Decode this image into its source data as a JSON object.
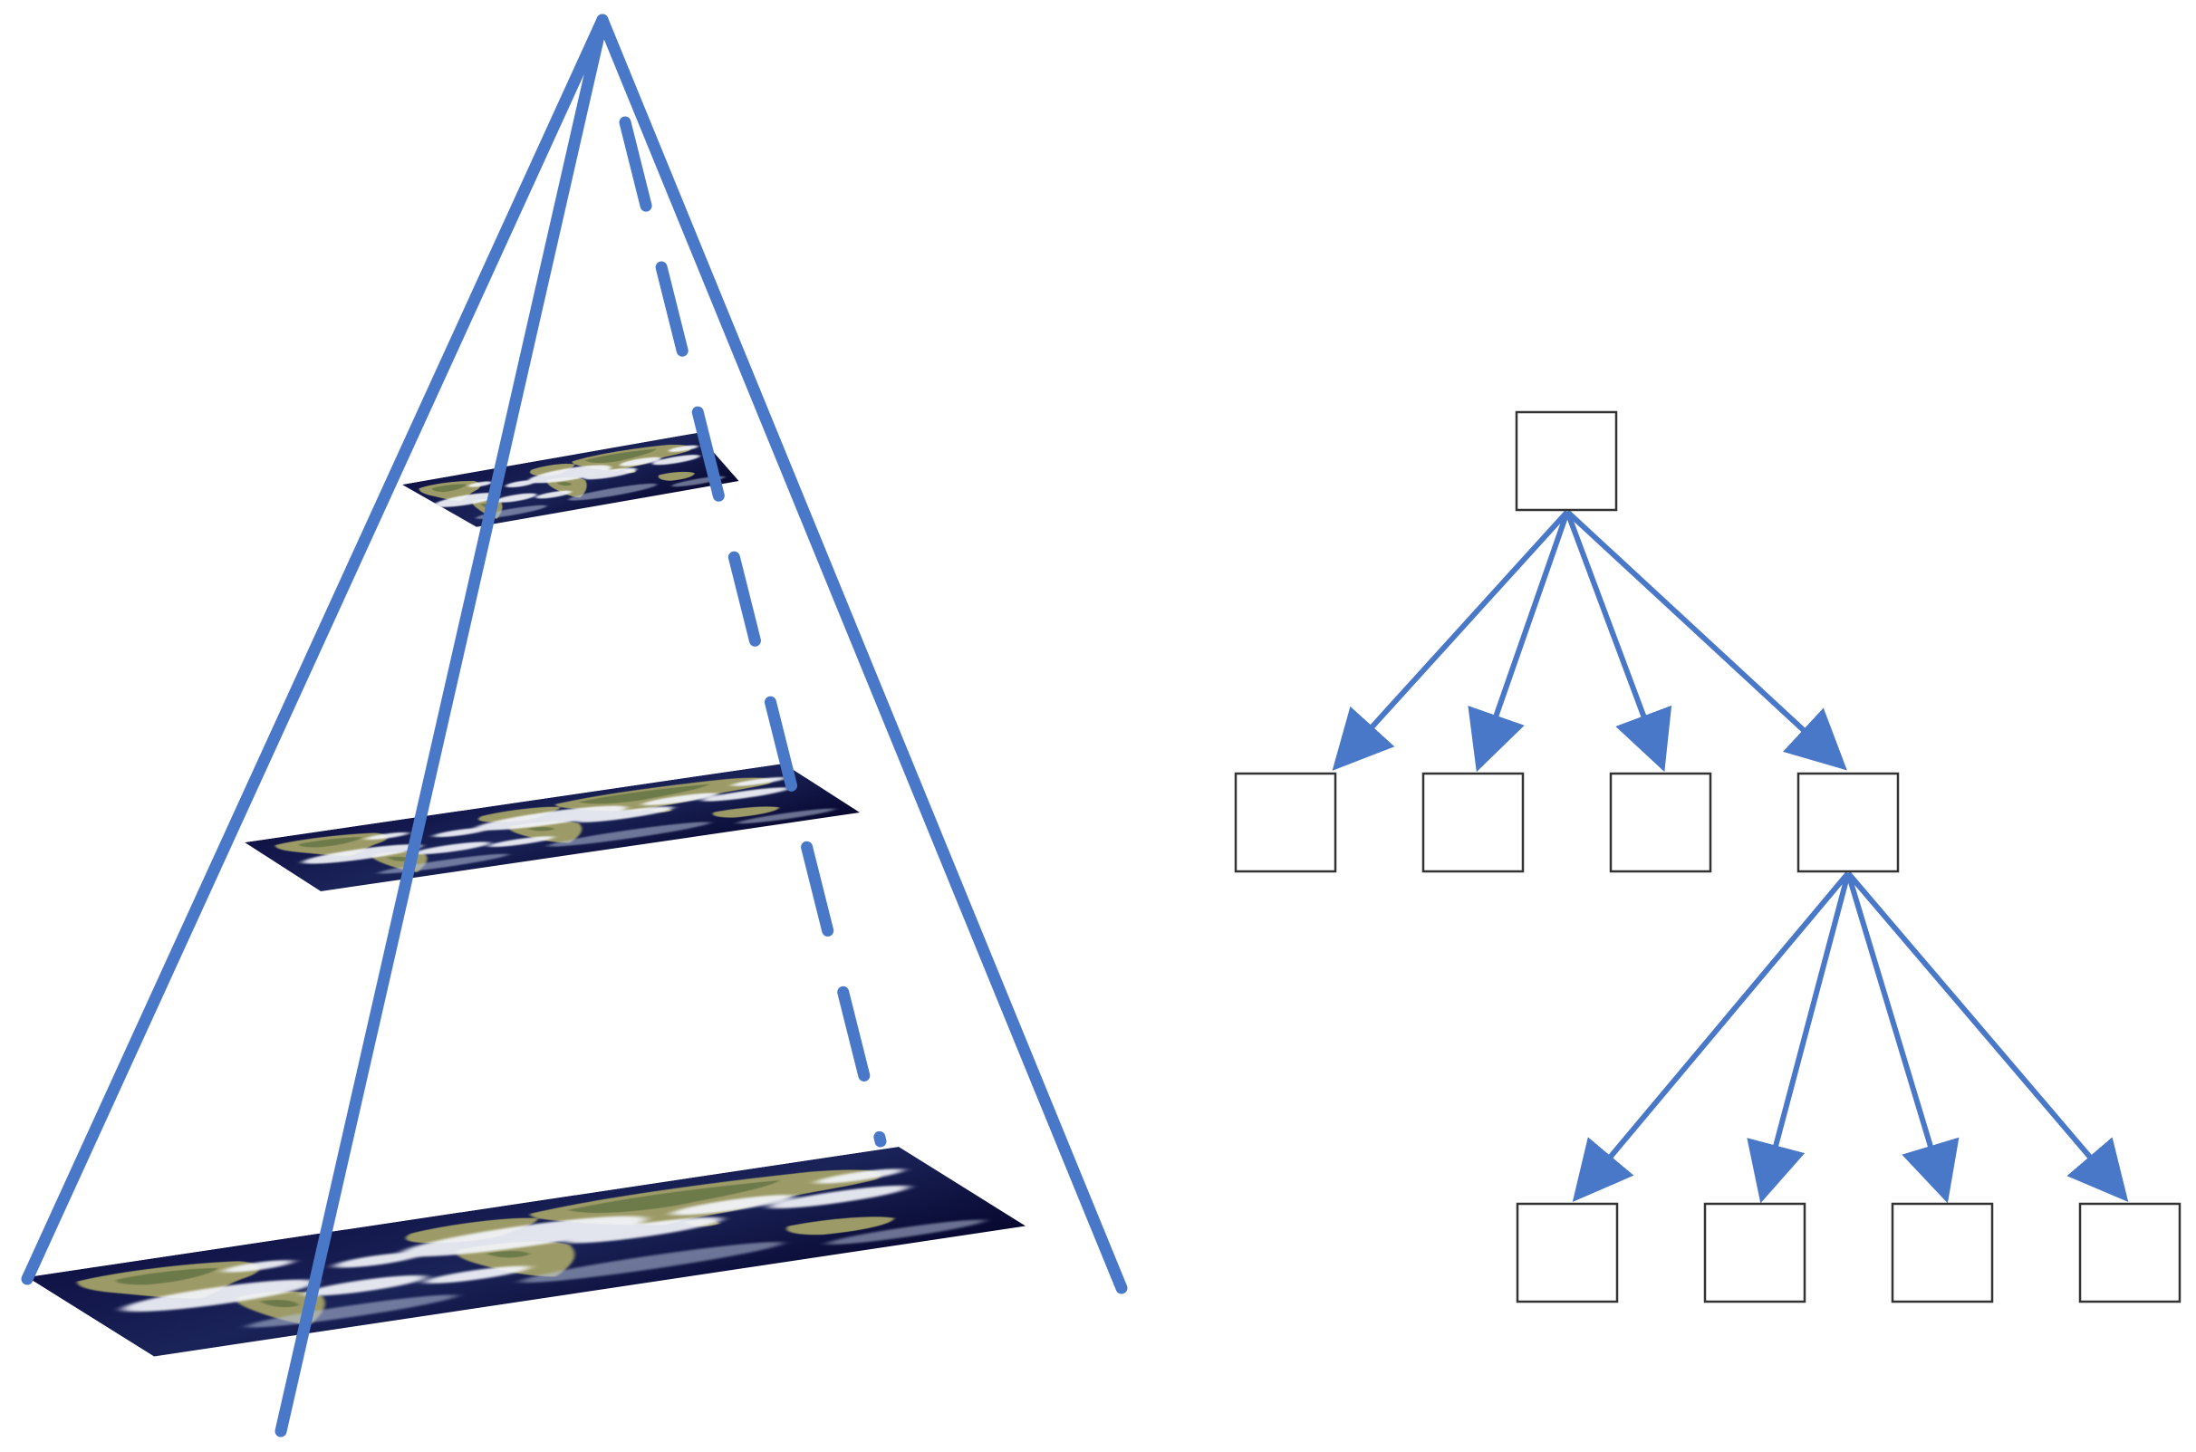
{
  "colors": {
    "line": "#4a78c8",
    "box_stroke": "#333333",
    "box_fill": "#ffffff",
    "map_ocean": "#0b0b38",
    "map_ocean_light": "#1e2a5e",
    "map_land": "#9c9a66",
    "map_land_green": "#5d7040",
    "map_cloud": "#f4f6fb"
  },
  "pyramid": {
    "levels": 3,
    "layer_fill": "satellite-earth-map"
  },
  "tree": {
    "root_children": 4,
    "expanded_child_index": 3,
    "grandchildren": 4
  }
}
